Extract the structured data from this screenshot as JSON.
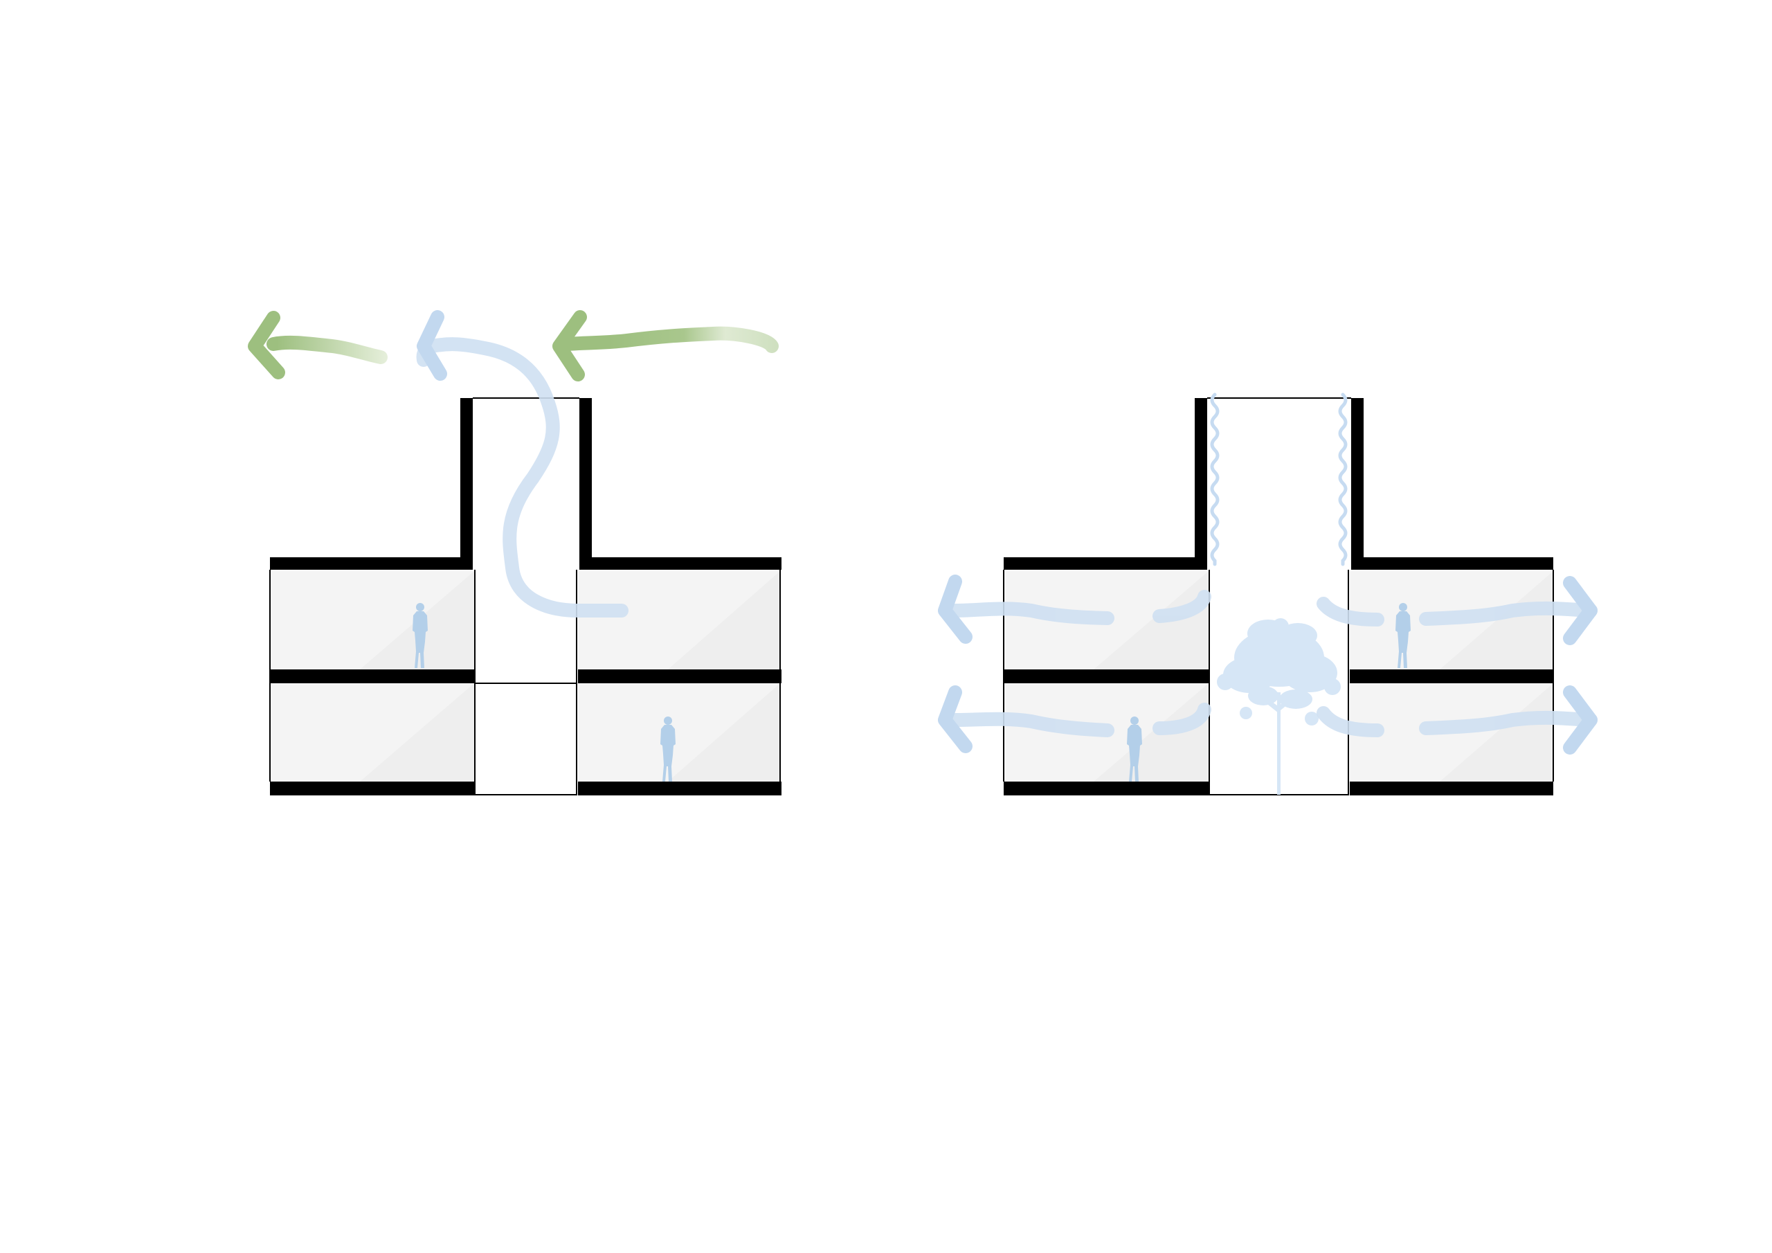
{
  "diagram": {
    "panels": [
      {
        "id": "stack-ventilation",
        "arrows": [
          {
            "role": "wind-in",
            "color": "#9dbf7f"
          },
          {
            "role": "exhaust-out",
            "color": "#bcd4ee"
          },
          {
            "role": "wind-out",
            "color": "#9dbf7f"
          }
        ],
        "occupants": 2,
        "floors": 2
      },
      {
        "id": "cross-ventilation-atrium",
        "arrows": [
          {
            "role": "flow-out-left-upper",
            "color": "#bcd4ee"
          },
          {
            "role": "flow-out-left-lower",
            "color": "#bcd4ee"
          },
          {
            "role": "flow-out-right-upper",
            "color": "#bcd4ee"
          },
          {
            "role": "flow-out-right-lower",
            "color": "#bcd4ee"
          }
        ],
        "has_tree": true,
        "has_vines": true,
        "occupants": 2,
        "floors": 2
      }
    ],
    "colors": {
      "wall": "#000000",
      "room_fill": "#f4f4f4",
      "airflow_blue": "#bcd4ee",
      "person_blue": "#b3cfe9",
      "wind_green": "#9dbf7f",
      "tree_blue": "#d6e6f6"
    },
    "icons": [
      "person-icon",
      "tree-icon",
      "vine-icon",
      "arrow-icon"
    ]
  }
}
